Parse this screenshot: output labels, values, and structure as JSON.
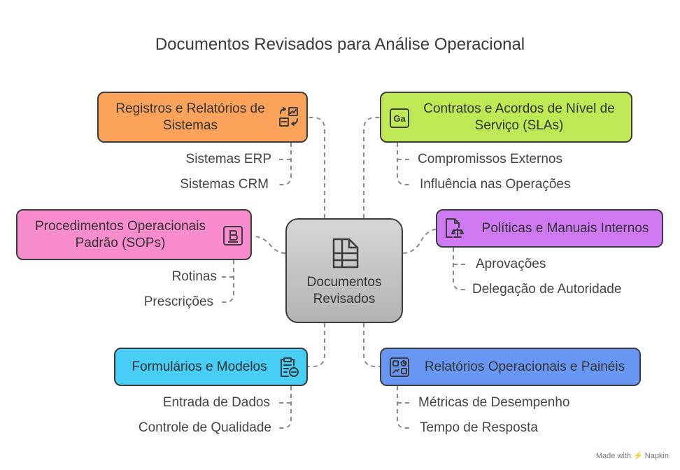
{
  "title": "Documentos Revisados para Análise Operacional",
  "center": {
    "label": "Documentos Revisados",
    "icon": "document-stack-icon"
  },
  "nodes": {
    "registros": {
      "label": "Registros e Relatórios de Sistemas",
      "icon": "system-reports-icon",
      "color": "#fba35a",
      "items": [
        "Sistemas ERP",
        "Sistemas CRM"
      ]
    },
    "contratos": {
      "label": "Contratos e Acordos de Nível de Serviço (SLAs)",
      "icon": "contract-icon",
      "color": "#bfea55",
      "items": [
        "Compromissos Externos",
        "Influência nas Operações"
      ]
    },
    "procedimentos": {
      "label": "Procedimentos Operacionais Padrão (SOPs)",
      "icon": "procedure-icon",
      "color": "#f98ccd",
      "items": [
        "Rotinas",
        "Prescrições"
      ]
    },
    "politicas": {
      "label": "Políticas e Manuais Internos",
      "icon": "policy-scale-icon",
      "color": "#cf7af3",
      "items": [
        "Aprovações",
        "Delegação de Autoridade"
      ]
    },
    "formularios": {
      "label": "Formulários e Modelos",
      "icon": "clipboard-form-icon",
      "color": "#48cdf5",
      "items": [
        "Entrada de Dados",
        "Controle de Qualidade"
      ]
    },
    "relatorios": {
      "label": "Relatórios Operacionais e Painéis",
      "icon": "dashboard-icon",
      "color": "#6897f3",
      "items": [
        "Métricas de Desempenho",
        "Tempo de Resposta"
      ]
    }
  },
  "credit": "Made with ⚡ Napkin"
}
